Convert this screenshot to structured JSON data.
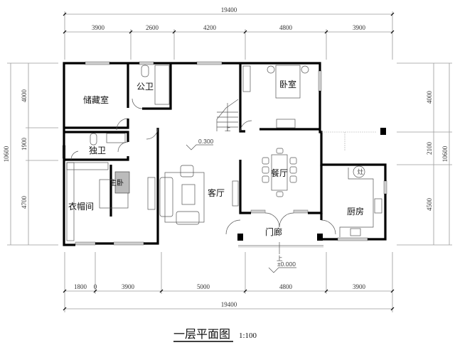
{
  "dimensions": {
    "top_total": "19400",
    "top_segments": [
      "3900",
      "2600",
      "4200",
      "4800",
      "3900"
    ],
    "bottom_segments": [
      "1800",
      "0",
      "3900",
      "5000",
      "4800",
      "3900"
    ],
    "bottom_total": "19400",
    "left_total": "10600",
    "left_segments": [
      "4000",
      "1900",
      "4700"
    ],
    "right_segments": [
      "4000",
      "2100",
      "4500"
    ],
    "right_total": "10600"
  },
  "rooms": {
    "storage": "储藏室",
    "public_bath": "公卫",
    "bedroom": "卧室",
    "private_bath": "独卫",
    "master_bedroom": "主卧",
    "cloakroom": "衣帽间",
    "living_room": "客厅",
    "dining_room": "餐厅",
    "kitchen": "厨房",
    "porch": "门廊",
    "stove": "灶"
  },
  "elevations": {
    "interior": "0.300",
    "entry": "±0.000",
    "stair_up": "上",
    "stair_up_inner": "上"
  },
  "title": {
    "text": "一层平面图",
    "scale": "1:100"
  }
}
